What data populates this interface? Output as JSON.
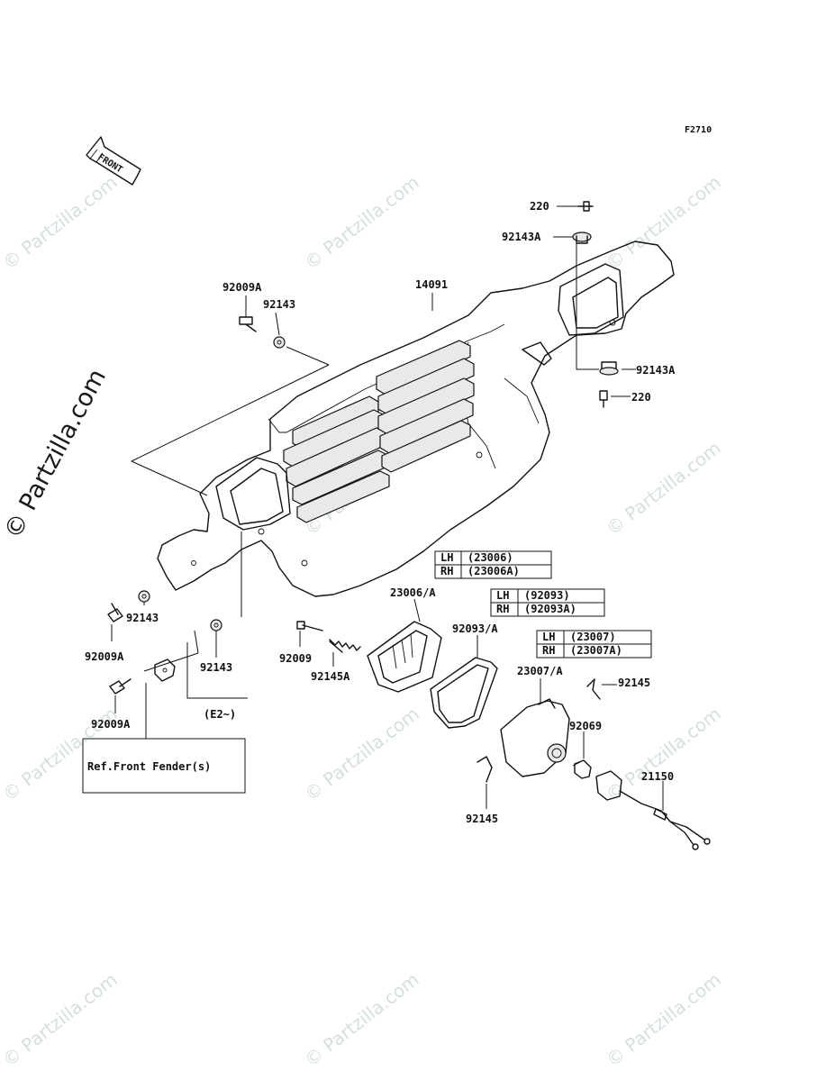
{
  "figure_code": "F2710",
  "front_arrow_label": "FRONT",
  "watermark": {
    "text": "© Partzilla.com",
    "primary_text": "© Partzilla.com"
  },
  "parts": {
    "p220_top": "220",
    "p92143A_top": "92143A",
    "p14091": "14091",
    "p92009A_top": "92009A",
    "p92143_top": "92143",
    "p92143A_right": "92143A",
    "p220_right": "220",
    "p92143_left": "92143",
    "p92009A_left": "92009A",
    "p92143_lower": "92143",
    "p92009A_bottom": "92009A",
    "p92009": "92009",
    "p92145A": "92145A",
    "p23006A": "23006/A",
    "p92093A": "92093/A",
    "p23007A": "23007/A",
    "p92145_right": "92145",
    "p92069": "92069",
    "p21150": "21150",
    "p92145_bottom": "92145"
  },
  "tables": {
    "t23006": {
      "rows": [
        {
          "side": "LH",
          "part": "(23006)"
        },
        {
          "side": "RH",
          "part": "(23006A)"
        }
      ]
    },
    "t92093": {
      "rows": [
        {
          "side": "LH",
          "part": "(92093)"
        },
        {
          "side": "RH",
          "part": "(92093A)"
        }
      ]
    },
    "t23007": {
      "rows": [
        {
          "side": "LH",
          "part": "(23007)"
        },
        {
          "side": "RH",
          "part": "(23007A)"
        }
      ]
    }
  },
  "notes": {
    "e2": "(E2~)",
    "ref_front_fender": "Ref.Front Fender(s)"
  }
}
